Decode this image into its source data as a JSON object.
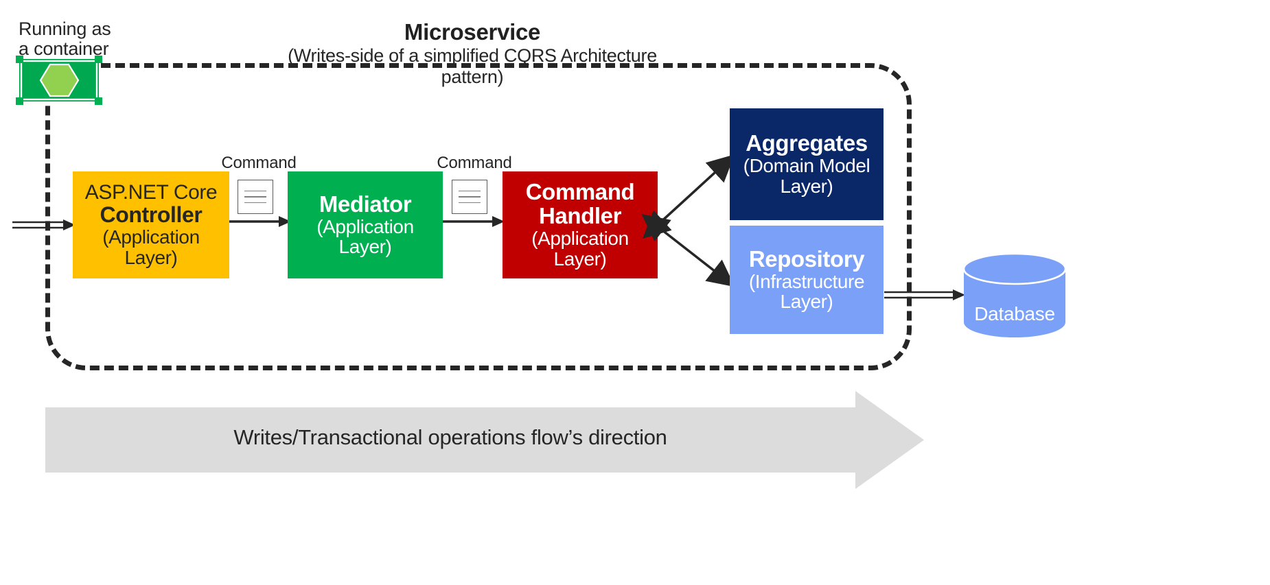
{
  "diagram": {
    "title": "Microservice",
    "subtitle": "(Writes-side of a simplified CQRS Architecture pattern)",
    "container_note_line1": "Running as",
    "container_note_line2": "a container"
  },
  "edge_labels": {
    "command_1": "Command",
    "command_2": "Command"
  },
  "nodes": {
    "controller": {
      "line1": "ASP.NET Core",
      "line2": "Controller",
      "line3": "(Application",
      "line4": "Layer)",
      "color": "#FFC000",
      "text_color": "#262626"
    },
    "mediator": {
      "line1": "Mediator",
      "line2": "(Application",
      "line3": "Layer)",
      "color": "#00B050",
      "text_color": "#FFFFFF"
    },
    "command_handler": {
      "line1": "Command",
      "line2": "Handler",
      "line3": "(Application",
      "line4": "Layer)",
      "color": "#C00000",
      "text_color": "#FFFFFF"
    },
    "aggregates": {
      "line1": "Aggregates",
      "line2": "(Domain Model",
      "line3": "Layer)",
      "color": "#0A2868",
      "text_color": "#FFFFFF"
    },
    "repository": {
      "line1": "Repository",
      "line2": "(Infrastructure",
      "line3": "Layer)",
      "color": "#7BA0F7",
      "text_color": "#FFFFFF"
    },
    "database": {
      "label": "Database",
      "color": "#7BA0F7",
      "text_color": "#FFFFFF"
    }
  },
  "flow_banner": {
    "label": "Writes/Transactional operations flow’s direction",
    "color": "#DCDCDC",
    "text_color": "#262626"
  },
  "icons": {
    "container_fill": "#00A94F",
    "container_hex": "#92D050",
    "command_doc": "document-icon"
  },
  "colors": {
    "boundary": "#262626",
    "arrow": "#262626",
    "background": "#FFFFFF"
  }
}
